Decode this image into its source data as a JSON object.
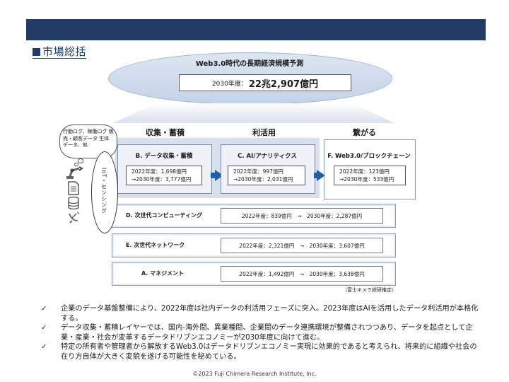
{
  "header": {
    "section_title": "市場総括"
  },
  "forecast": {
    "title": "Web3.0時代の長期経済規模予測",
    "label": "2030年度：",
    "value": "22兆2,907億円"
  },
  "stages": {
    "collect": "収集・蓄積",
    "use": "利活用",
    "connect": "繋がる"
  },
  "boxes": {
    "b": {
      "title": "B. データ収集・蓄積",
      "v2022": "2022年度：1,698億円",
      "v2030": "→2030年度：3,777億円"
    },
    "c": {
      "title": "C. AI/アナリティクス",
      "v2022": "2022年度：997億円",
      "v2030": "→2030年度：2,031億円"
    },
    "f": {
      "title": "F. Web3.0/ブロックチェーン",
      "v2022": "2022年度：123億円",
      "v2030": "→2030年度：533億円"
    }
  },
  "rows": [
    {
      "label": "D. 次世代コンピューティング",
      "value": "2022年度：839億円　→　2030年度：2,287億円"
    },
    {
      "label": "E. 次世代ネットワーク",
      "value": "2022年度：2,321億円　→　2030年度：3,607億円"
    },
    {
      "label": "A. マネジメント",
      "value": "2022年度：1,492億円　→　2030年度：3,638億円"
    }
  ],
  "cloud": {
    "text": "行動ログ、稼働ログ 販売・顧客データ 生体データ、他"
  },
  "iot": {
    "text": "IoT・センシング"
  },
  "icons": [
    "robot-arm-icon",
    "document-icon",
    "database-icon",
    "satellite-dish-icon"
  ],
  "source": "（富士キメラ総研推定）",
  "bullets": [
    "企業のデータ基盤整備により、2022年度は社内データの利活用フェーズに突入。2023年度はAIを活用したデータ利活用が本格化する。",
    "データ収集・蓄積レイヤーでは、国内-海外間、異業種間、企業間のデータ連携環境が整備されつつあり、データを起点として企業・産業・社会が変革するデータドリブンエコノミーが2030年度に向けて進む。",
    "特定の所有者や管理者から解放するWeb3.0はデータドリブンエコノミー実現に効果的であると考えられ、将来的に組織や社会の在り方自体が大きく変貌を遂げる可能性を秘めている。"
  ],
  "bullet_mark": "✓",
  "copyright": "©2023 Fuji Chimera Research Institute, Inc."
}
